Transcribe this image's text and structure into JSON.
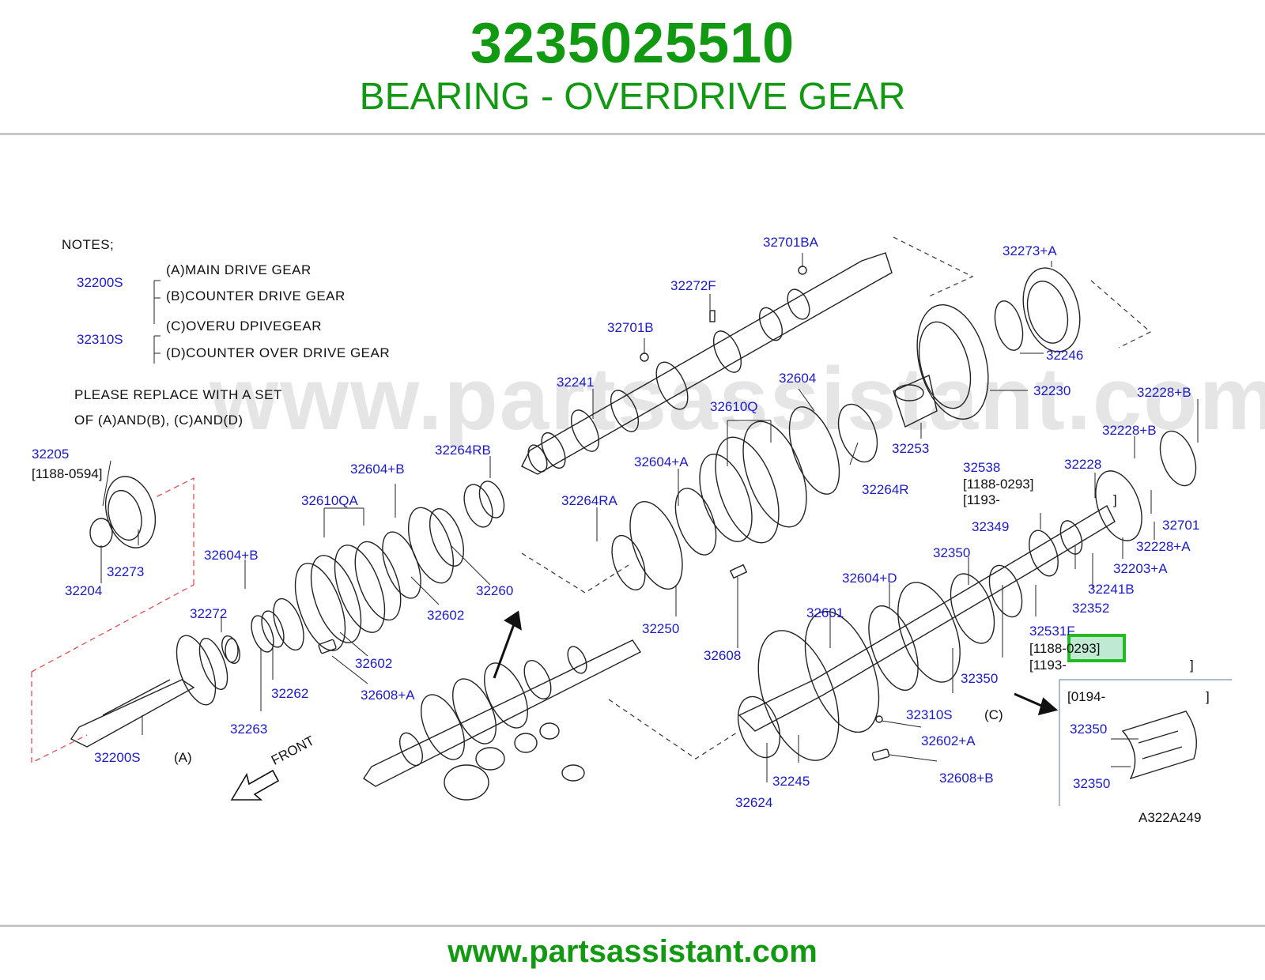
{
  "header": {
    "part_number": "3235025510",
    "part_name": "BEARING - OVERDRIVE GEAR"
  },
  "footer": {
    "url": "www.partsassistant.com"
  },
  "watermark": "www.partsassistant.com",
  "notes": {
    "title": "NOTES;",
    "group1_code": "32200S",
    "group1_a": "(A)MAIN  DRIVE  GEAR",
    "group1_b": "(B)COUNTER  DRIVE  GEAR",
    "group2_code": "32310S",
    "group2_c": "(C)OVERU  DPIVEGEAR",
    "group2_d": "(D)COUNTER  OVER  DRIVE  GEAR",
    "replace_line1": "PLEASE  REPLACE  WITH  A  SET",
    "replace_line2": "OF  (A)AND(B),  (C)AND(D)"
  },
  "labels": {
    "l32701BA": "32701BA",
    "l32273A": "32273+A",
    "l32272F": "32272F",
    "l32701B": "32701B",
    "l32246": "32246",
    "l32241": "32241",
    "l32604": "32604",
    "l32230": "32230",
    "l32610Q": "32610Q",
    "l32228B1": "32228+B",
    "l32228B2": "32228+B",
    "l32205": "32205",
    "l32253": "32253",
    "l32264RB": "32264RB",
    "l32604A": "32604+A",
    "l32538": "32538",
    "l32228": "32228",
    "l32604B1": "32604+B",
    "l32264R": "32264R",
    "l32610QA": "32610QA",
    "l32264RA": "32264RA",
    "l32349": "32349",
    "l32701": "32701",
    "l32350a": "32350",
    "l32228A": "32228+A",
    "l32604B2": "32604+B",
    "l32273": "32273",
    "l32203A": "32203+A",
    "l32604D": "32604+D",
    "l32241B": "32241B",
    "l32204": "32204",
    "l32260": "32260",
    "l32352": "32352",
    "l32272": "32272",
    "l32602a": "32602",
    "l32601": "32601",
    "l32250": "32250",
    "l32531F": "32531F",
    "l32602b": "32602",
    "l32608": "32608",
    "l32262": "32262",
    "l32608A": "32608+A",
    "l32350b": "32350",
    "l32310S": "32310S",
    "l32263": "32263",
    "l32602A": "32602+A",
    "l32200S": "32200S",
    "l32350c": "32350",
    "l32245": "32245",
    "l32608B": "32608+B",
    "l32350d": "32350",
    "l32624": "32624"
  },
  "black_text": {
    "d1188_0594": "[1188-0594]",
    "d32538_1": "[1188-0293]",
    "d32538_2": "[1193-",
    "d32538_bracket": "]",
    "d32531F_1": "[1188-0293]",
    "d32531F_2": "[1193-",
    "d32531F_bracket": "]",
    "inset_date": "[0194-",
    "inset_bracket": "]",
    "tag_A": "(A)",
    "tag_C": "(C)",
    "front": "FRONT",
    "figure_code": "A322A249"
  },
  "colors": {
    "brand_green": "#119911",
    "label_blue": "#1a1acc",
    "highlight_border": "#22bb22",
    "highlight_fill": "#bfe9d0",
    "dash_red": "#e05050"
  }
}
